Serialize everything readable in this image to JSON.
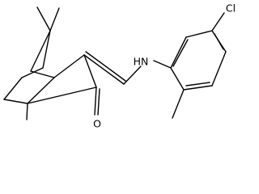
{
  "molecule": {
    "atoms": {
      "nh": "HN",
      "cl": "Cl",
      "o": "O"
    }
  }
}
